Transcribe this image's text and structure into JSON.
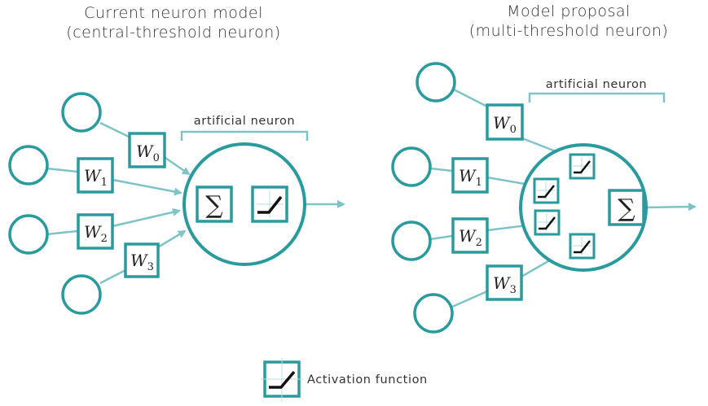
{
  "left_panel": {
    "title_line1": "Current neuron model",
    "title_line2": "(central-threshold neuron)",
    "bracket_label": "artificial neuron",
    "weights": [
      {
        "base": "W",
        "sub": "0"
      },
      {
        "base": "W",
        "sub": "1"
      },
      {
        "base": "W",
        "sub": "2"
      },
      {
        "base": "W",
        "sub": "3"
      }
    ],
    "sum_symbol": "∑"
  },
  "right_panel": {
    "title_line1": "Model proposal",
    "title_line2": "(multi-threshold neuron)",
    "bracket_label": "artificial neuron",
    "weights": [
      {
        "base": "W",
        "sub": "0"
      },
      {
        "base": "W",
        "sub": "1"
      },
      {
        "base": "W",
        "sub": "2"
      },
      {
        "base": "W",
        "sub": "3"
      }
    ],
    "sum_symbol": "∑"
  },
  "legend": {
    "label": "Activation function",
    "icon": "activation-function-icon"
  },
  "colors": {
    "primary": "#2a9a9c",
    "line": "#7ec4c6",
    "text": "#333333"
  }
}
